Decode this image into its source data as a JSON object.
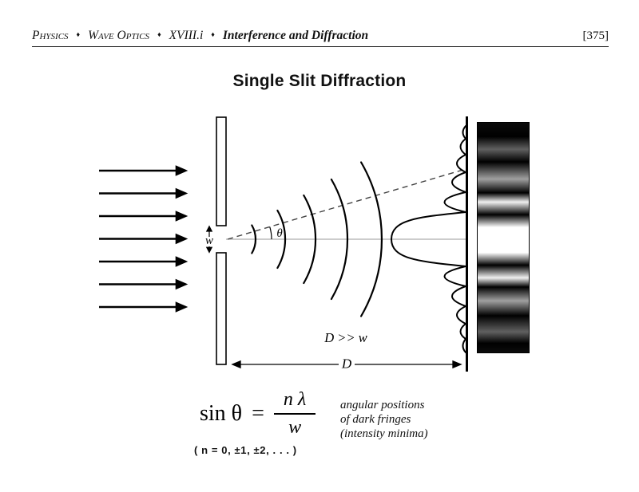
{
  "header": {
    "course": "Physics",
    "separator": "♦",
    "unit": "Wave Optics",
    "section": "XVIII.i",
    "topic": "Interference and Diffraction",
    "page_number": "[375]"
  },
  "title": "Single Slit Diffraction",
  "diagram": {
    "slit_width_label": "w",
    "angle_label": "θ",
    "far_field_condition": "D >> w",
    "screen_distance_label": "D"
  },
  "formula": {
    "lhs": "sin θ",
    "equals": "=",
    "numerator": "n λ",
    "denominator": "w",
    "n_values": "( n = 0, ±1, ±2, . . . )",
    "note": [
      "angular positions",
      "of dark fringes",
      "(intensity minima)"
    ]
  },
  "colors": {
    "ink": "#000000",
    "paper": "#ffffff"
  }
}
